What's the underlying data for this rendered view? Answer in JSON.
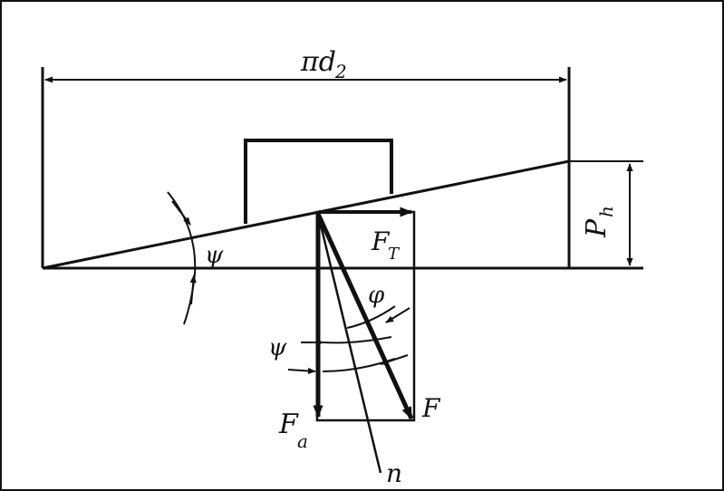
{
  "diagram": {
    "labels": {
      "circumference": "πd",
      "circumference_sub": "2",
      "pitch": "P",
      "pitch_sub": "h",
      "lead_angle_incline": "ψ",
      "lead_angle_force": "ψ",
      "friction_angle": "φ",
      "tangential_force": "F",
      "tangential_force_sub": "T",
      "axial_force": "F",
      "axial_force_sub": "a",
      "resultant_force": "F",
      "normal_line": "n"
    }
  }
}
